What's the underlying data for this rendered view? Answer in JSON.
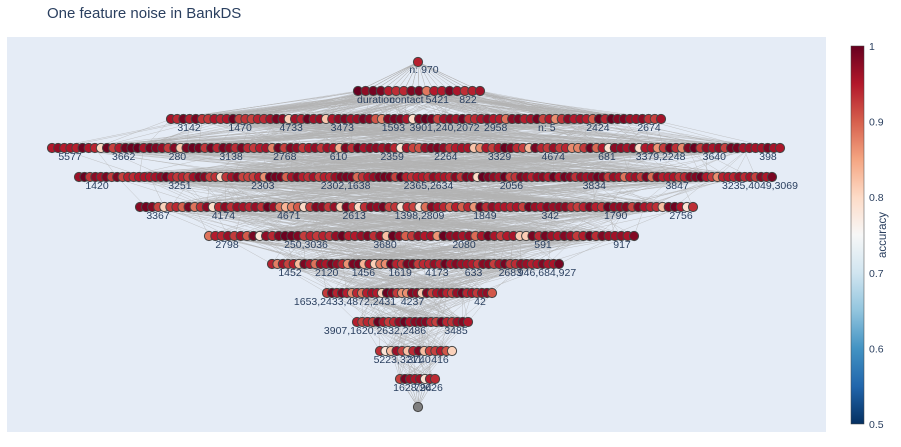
{
  "title": "One feature noise in BankDS",
  "chart_data": {
    "type": "scatter",
    "subtype": "network-graph",
    "title": "One feature noise in BankDS",
    "colorbar": {
      "title": "accuracy",
      "colorscale": "RdBu reversed",
      "range": [
        0.5,
        1.0
      ],
      "ticks": [
        "0.5",
        "0.6",
        "0.7",
        "0.8",
        "0.9",
        "1"
      ]
    },
    "background": "#e5ecf6",
    "edge_color": "#b3b3b3",
    "layers": [
      {
        "row": 0,
        "node_count": 1,
        "span": [
          418,
          418
        ],
        "accuracy": [
          0.9
        ]
      },
      {
        "row": 1,
        "node_count": 17,
        "span": [
          358,
          480
        ],
        "accuracy": [
          0.95
        ]
      },
      {
        "row": 2,
        "node_count": 80,
        "span": [
          171,
          661
        ],
        "accuracy": [
          0.93
        ]
      },
      {
        "row": 3,
        "node_count": 120,
        "span": [
          52,
          780
        ],
        "accuracy": [
          0.93
        ]
      },
      {
        "row": 4,
        "node_count": 128,
        "span": [
          79,
          772
        ],
        "accuracy": [
          0.93
        ]
      },
      {
        "row": 5,
        "node_count": 92,
        "span": [
          140,
          693
        ],
        "accuracy": [
          0.93
        ]
      },
      {
        "row": 6,
        "node_count": 68,
        "span": [
          209,
          634
        ],
        "accuracy": [
          0.93
        ]
      },
      {
        "row": 7,
        "node_count": 54,
        "span": [
          272,
          559
        ],
        "accuracy": [
          0.93
        ]
      },
      {
        "row": 8,
        "node_count": 34,
        "span": [
          327,
          492
        ],
        "accuracy": [
          0.93
        ]
      },
      {
        "row": 9,
        "node_count": 22,
        "span": [
          357,
          468
        ],
        "accuracy": [
          0.93
        ]
      },
      {
        "row": 10,
        "node_count": 14,
        "span": [
          380,
          452
        ],
        "accuracy": [
          0.92
        ]
      },
      {
        "row": 11,
        "node_count": 8,
        "span": [
          400,
          435
        ],
        "accuracy": [
          0.93
        ]
      },
      {
        "row": 12,
        "node_count": 1,
        "span": [
          418,
          418
        ],
        "accuracy": [
          null
        ]
      }
    ],
    "node_labels": [
      {
        "text": "n: 970",
        "row": 0
      },
      {
        "text": "duration",
        "row": 1
      },
      {
        "text": "contact",
        "row": 1
      },
      {
        "text": "5421",
        "row": 1
      },
      {
        "text": "822",
        "row": 1
      },
      {
        "text": "3142",
        "row": 2
      },
      {
        "text": "1470",
        "row": 2
      },
      {
        "text": "4733",
        "row": 2
      },
      {
        "text": "3473",
        "row": 2
      },
      {
        "text": "1593",
        "row": 2
      },
      {
        "text": "3901,240,2072",
        "row": 2
      },
      {
        "text": "2958",
        "row": 2
      },
      {
        "text": "n: 5",
        "row": 2
      },
      {
        "text": "2424",
        "row": 2
      },
      {
        "text": "2674",
        "row": 2
      },
      {
        "text": "5577",
        "row": 3
      },
      {
        "text": "3662",
        "row": 3
      },
      {
        "text": "280",
        "row": 3
      },
      {
        "text": "3138",
        "row": 3
      },
      {
        "text": "2768",
        "row": 3
      },
      {
        "text": "610",
        "row": 3
      },
      {
        "text": "2359",
        "row": 3
      },
      {
        "text": "2264",
        "row": 3
      },
      {
        "text": "3329",
        "row": 3
      },
      {
        "text": "4674",
        "row": 3
      },
      {
        "text": "681",
        "row": 3
      },
      {
        "text": "3379,2248",
        "row": 3
      },
      {
        "text": "3640",
        "row": 3
      },
      {
        "text": "398",
        "row": 3
      },
      {
        "text": "1420",
        "row": 4
      },
      {
        "text": "3251",
        "row": 4
      },
      {
        "text": "2303",
        "row": 4
      },
      {
        "text": "2302,1638",
        "row": 4
      },
      {
        "text": "2365,2634",
        "row": 4
      },
      {
        "text": "2056",
        "row": 4
      },
      {
        "text": "3834",
        "row": 4
      },
      {
        "text": "3847",
        "row": 4
      },
      {
        "text": "3235,4049,3069",
        "row": 4
      },
      {
        "text": "3367",
        "row": 5
      },
      {
        "text": "4174",
        "row": 5
      },
      {
        "text": "4671",
        "row": 5
      },
      {
        "text": "2613",
        "row": 5
      },
      {
        "text": "1398,2809",
        "row": 5
      },
      {
        "text": "1849",
        "row": 5
      },
      {
        "text": "342",
        "row": 5
      },
      {
        "text": "1790",
        "row": 5
      },
      {
        "text": "2756",
        "row": 5
      },
      {
        "text": "2798",
        "row": 6
      },
      {
        "text": "250,3036",
        "row": 6
      },
      {
        "text": "3680",
        "row": 6
      },
      {
        "text": "2080",
        "row": 6
      },
      {
        "text": "591",
        "row": 6
      },
      {
        "text": "917",
        "row": 6
      },
      {
        "text": "1452",
        "row": 7
      },
      {
        "text": "2120",
        "row": 7
      },
      {
        "text": "1456",
        "row": 7
      },
      {
        "text": "1619",
        "row": 7
      },
      {
        "text": "4173",
        "row": 7
      },
      {
        "text": "633",
        "row": 7
      },
      {
        "text": "2683",
        "row": 7
      },
      {
        "text": "946,684,927",
        "row": 7
      },
      {
        "text": "1653,2433,4872,2431",
        "row": 8
      },
      {
        "text": "4237",
        "row": 8
      },
      {
        "text": "42",
        "row": 8
      },
      {
        "text": "3907,1620,2632,2486",
        "row": 9
      },
      {
        "text": "3485",
        "row": 9
      },
      {
        "text": "5223,3211",
        "row": 10
      },
      {
        "text": "3740",
        "row": 10
      },
      {
        "text": "416",
        "row": 10
      },
      {
        "text": "1628,2626",
        "row": 11
      },
      {
        "text": "794",
        "row": 11
      }
    ]
  }
}
